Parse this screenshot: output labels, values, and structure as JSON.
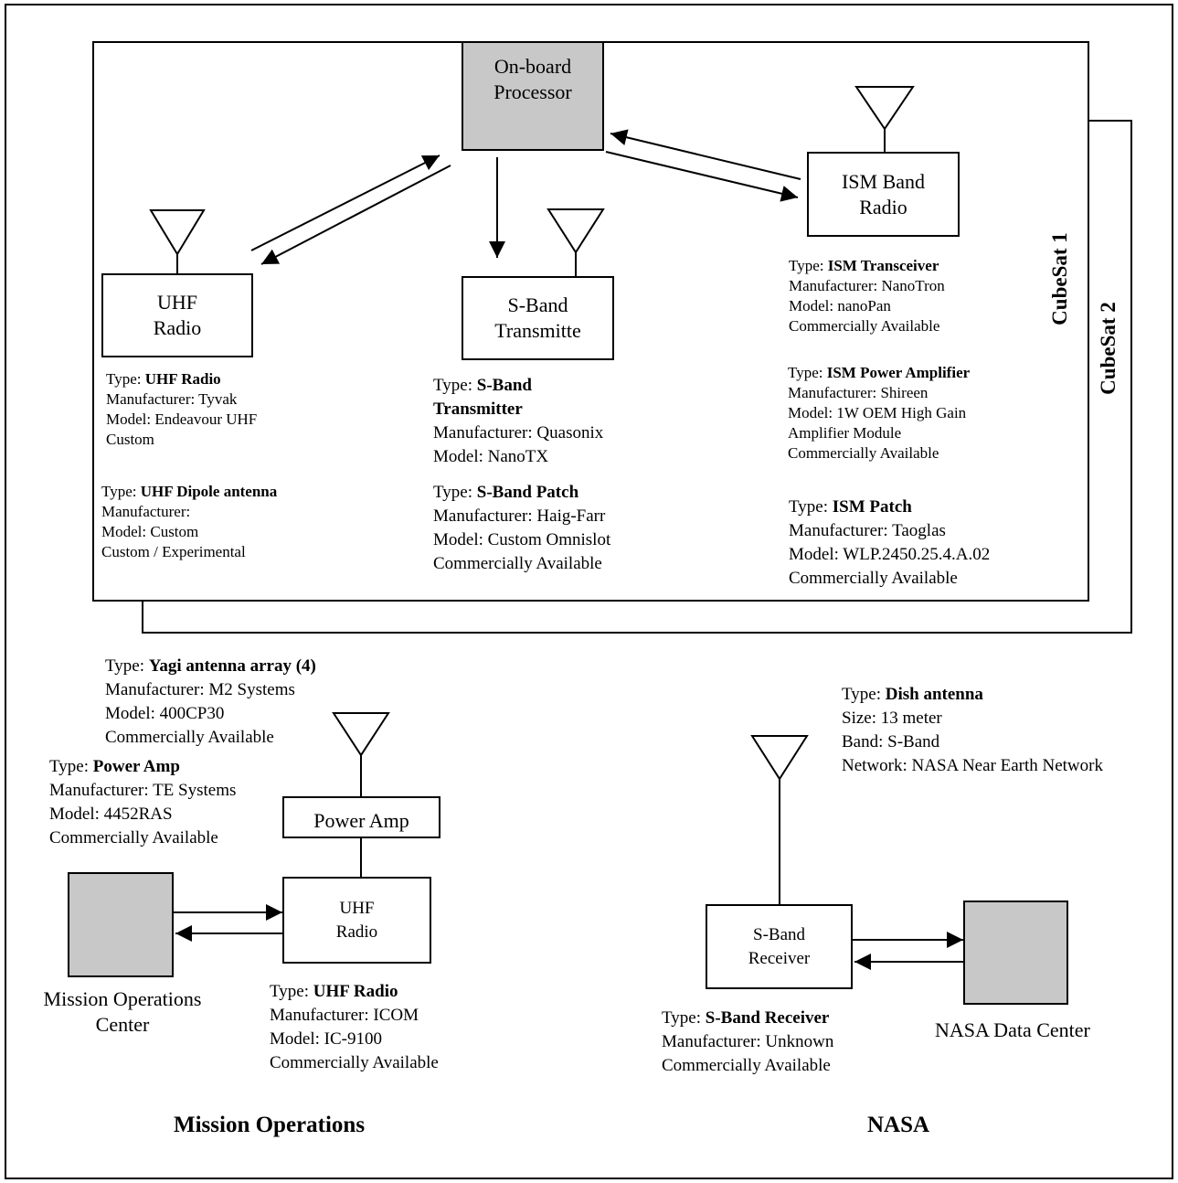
{
  "cubesat": {
    "sat1_label": "CubeSat 1",
    "sat2_label": "CubeSat 2",
    "processor_line1": "On-board",
    "processor_line2": "Processor",
    "uhf_line1": "UHF",
    "uhf_line2": "Radio",
    "sband_line1": "S-Band",
    "sband_line2": "Transmitte",
    "ism_line1": "ISM Band",
    "ism_line2": "Radio",
    "uhf_radio_spec": {
      "type": "UHF Radio",
      "manufacturer": "Manufacturer: Tyvak",
      "model": "Model: Endeavour UHF",
      "status": "Custom"
    },
    "uhf_antenna_spec": {
      "type": "UHF Dipole antenna",
      "manufacturer": "Manufacturer:",
      "model": "Model:  Custom",
      "status": "Custom / Experimental"
    },
    "sband_tx_spec": {
      "type_line1": "S-Band",
      "type_line2": "Transmitter",
      "manufacturer": "Manufacturer: Quasonix",
      "model": "Model: NanoTX"
    },
    "sband_patch_spec": {
      "type": "S-Band Patch",
      "manufacturer": "Manufacturer: Haig-Farr",
      "model": "Model:  Custom Omnislot",
      "status": "Commercially Available"
    },
    "ism_tx_spec": {
      "type": "ISM Transceiver",
      "manufacturer": "Manufacturer: NanoTron",
      "model": "Model: nanoPan",
      "status": "Commercially Available"
    },
    "ism_pa_spec": {
      "type": "ISM Power Amplifier",
      "manufacturer": "Manufacturer: Shireen",
      "model": "Model: 1W OEM High Gain",
      "model2": "Amplifier Module",
      "status": "Commercially Available"
    },
    "ism_patch_spec": {
      "type": "ISM Patch",
      "manufacturer": "Manufacturer: Taoglas",
      "model": "Model:   WLP.2450.25.4.A.02",
      "status": "Commercially Available"
    }
  },
  "mission_ops": {
    "section_label": "Mission Operations",
    "center_line1": "Mission Operations",
    "center_line2": "Center",
    "power_amp_box": "Power Amp",
    "uhf_line1": "UHF",
    "uhf_line2": "Radio",
    "yagi_spec": {
      "type": "Yagi antenna array (4)",
      "manufacturer": "Manufacturer: M2 Systems",
      "model": "Model: 400CP30",
      "status": "Commercially Available"
    },
    "pa_spec": {
      "type": "Power Amp",
      "manufacturer": "Manufacturer: TE Systems",
      "model": "Model: 4452RAS",
      "status": "Commercially Available"
    },
    "uhf_spec": {
      "type": "UHF Radio",
      "manufacturer": "Manufacturer: ICOM",
      "model": "Model: IC-9100",
      "status": "Commercially Available"
    }
  },
  "nasa": {
    "section_label": "NASA",
    "data_center": "NASA Data Center",
    "receiver_line1": "S-Band",
    "receiver_line2": "Receiver",
    "dish_spec": {
      "type": "Dish antenna",
      "size": "Size: 13 meter",
      "band": "Band: S-Band",
      "network": "Network: NASA Near Earth Network"
    },
    "receiver_spec": {
      "type": "S-Band Receiver",
      "manufacturer": "Manufacturer: Unknown",
      "status": "Commercially Available"
    }
  },
  "type_prefix": "Type: "
}
